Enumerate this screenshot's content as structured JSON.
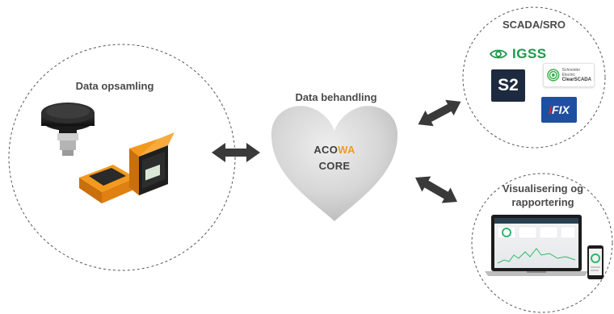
{
  "left_circle": {
    "title": "Data opsamling"
  },
  "center": {
    "title": "Data behandling",
    "brand_part1": "ACO",
    "brand_part2": "WA",
    "brand_line2": "CORE"
  },
  "top_right_circle": {
    "title": "SCADA/SRO",
    "logos": {
      "igss": "IGSS",
      "s2": "S2",
      "clearscada_small": "Schneider Electric",
      "clearscada": "ClearSCADA",
      "ifix_i": "i",
      "ifix": "FIX"
    }
  },
  "bottom_right_circle": {
    "title_line1": "Visualisering og",
    "title_line2": "rapportering"
  },
  "colors": {
    "accent": "#f39a1e",
    "text": "#4a4a4a",
    "arrow": "#3a3a3a",
    "device_orange": "#f08a1c",
    "heart": "#d9d9d9"
  }
}
